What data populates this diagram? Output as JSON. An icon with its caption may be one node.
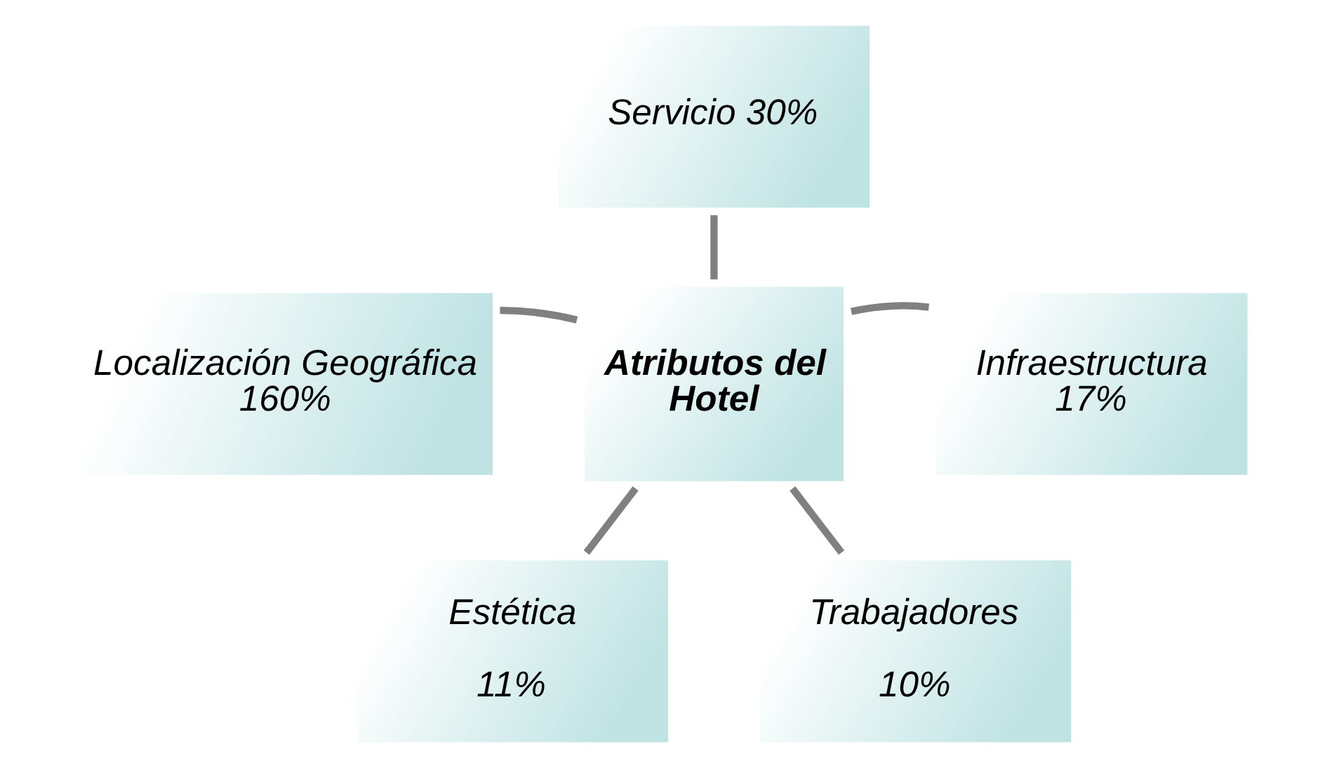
{
  "diagram": {
    "nodes": [
      {
        "text": [
          "Atributos del Hotel"
        ]
      },
      {
        "text": [
          "Servicio 30%"
        ]
      },
      {
        "text": [
          "Localización Geográfica 160%"
        ]
      },
      {
        "text": [
          "Infraestructura 17%"
        ]
      },
      {
        "text": [
          "Estética",
          "11%"
        ]
      },
      {
        "text": [
          "Trabajadores",
          "10%"
        ]
      }
    ],
    "edges": [
      {
        "from": 1,
        "to": 0,
        "arrow": "none"
      },
      {
        "from": 2,
        "to": 0,
        "arrow": "none"
      },
      {
        "from": 0,
        "to": 3,
        "arrow": "none"
      },
      {
        "from": 0,
        "to": 4,
        "arrow": "none"
      },
      {
        "from": 0,
        "to": 5,
        "arrow": "none"
      }
    ]
  }
}
